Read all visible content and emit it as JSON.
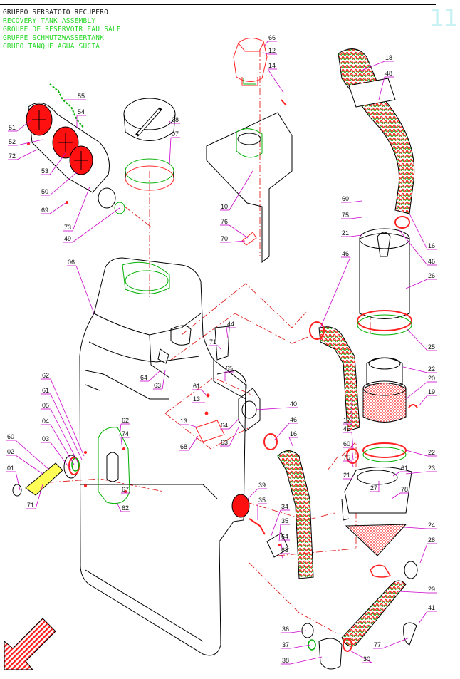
{
  "header": {
    "title_it": "GRUPPO SERBATOIO RECUPERO",
    "title_en": "RECOVERY TANK ASSEMBLY",
    "title_fr": "GROUPE DE RESERVOIR EAU SALE",
    "title_de": "GRUPPE SCHMUTZWASSERTANK",
    "title_es": "GRUPO TANQUE AGUA SUCIA",
    "page_number": "11"
  },
  "colors": {
    "title": "#111111",
    "title_translations": "#27d827",
    "page_number": "#c8f1f4",
    "outline": "#000000",
    "part_red": "#ff0000",
    "part_green": "#00c000",
    "leader": "#cc00cc",
    "highlight": "#ffff55"
  },
  "icons": {
    "nav_arrow": "arrow-down-left-icon"
  },
  "callouts": [
    {
      "text": "66"
    },
    {
      "text": "12"
    },
    {
      "text": "14"
    },
    {
      "text": "10"
    },
    {
      "text": "76"
    },
    {
      "text": "70"
    },
    {
      "text": "08"
    },
    {
      "text": "07"
    },
    {
      "text": "55"
    },
    {
      "text": "54"
    },
    {
      "text": "51"
    },
    {
      "text": "52"
    },
    {
      "text": "72"
    },
    {
      "text": "53"
    },
    {
      "text": "50"
    },
    {
      "text": "69"
    },
    {
      "text": "73"
    },
    {
      "text": "49"
    },
    {
      "text": "18"
    },
    {
      "text": "48"
    },
    {
      "text": "60"
    },
    {
      "text": "75"
    },
    {
      "text": "21"
    },
    {
      "text": "16"
    },
    {
      "text": "46"
    },
    {
      "text": "46"
    },
    {
      "text": "26"
    },
    {
      "text": "06"
    },
    {
      "text": "25"
    },
    {
      "text": "22"
    },
    {
      "text": "20"
    },
    {
      "text": "19"
    },
    {
      "text": "17"
    },
    {
      "text": "44"
    },
    {
      "text": "71"
    },
    {
      "text": "64"
    },
    {
      "text": "63"
    },
    {
      "text": "65"
    },
    {
      "text": "61"
    },
    {
      "text": "13"
    },
    {
      "text": "13"
    },
    {
      "text": "68"
    },
    {
      "text": "64"
    },
    {
      "text": "63"
    },
    {
      "text": "40"
    },
    {
      "text": "46"
    },
    {
      "text": "16"
    },
    {
      "text": "46"
    },
    {
      "text": "60"
    },
    {
      "text": "75"
    },
    {
      "text": "21"
    },
    {
      "text": "22"
    },
    {
      "text": "23"
    },
    {
      "text": "61"
    },
    {
      "text": "27"
    },
    {
      "text": "78"
    },
    {
      "text": "62"
    },
    {
      "text": "61"
    },
    {
      "text": "05"
    },
    {
      "text": "04"
    },
    {
      "text": "03"
    },
    {
      "text": "60"
    },
    {
      "text": "02"
    },
    {
      "text": "01"
    },
    {
      "text": "71"
    },
    {
      "text": "62"
    },
    {
      "text": "74"
    },
    {
      "text": "67"
    },
    {
      "text": "62"
    },
    {
      "text": "39"
    },
    {
      "text": "35"
    },
    {
      "text": "34"
    },
    {
      "text": "35"
    },
    {
      "text": "64"
    },
    {
      "text": "63"
    },
    {
      "text": "24"
    },
    {
      "text": "28"
    },
    {
      "text": "29"
    },
    {
      "text": "41"
    },
    {
      "text": "77"
    },
    {
      "text": "36"
    },
    {
      "text": "37"
    },
    {
      "text": "38"
    },
    {
      "text": "30"
    }
  ]
}
